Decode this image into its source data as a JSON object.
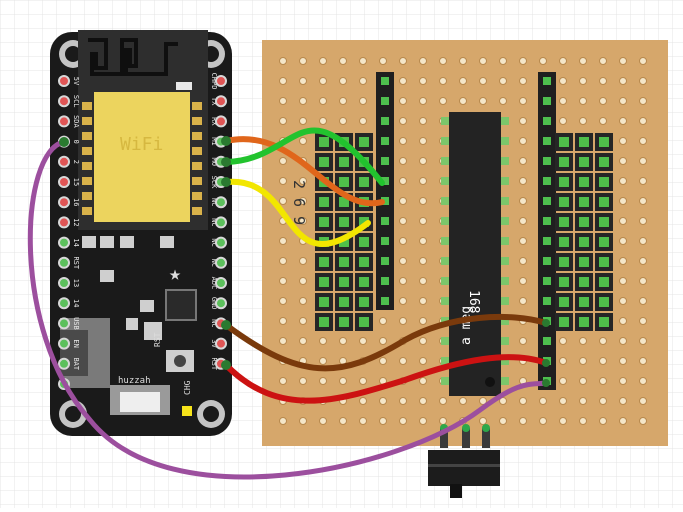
{
  "board": {
    "left_pins": [
      "5V",
      "SCL",
      "SDA",
      "0",
      "2",
      "15",
      "16",
      "12",
      "14",
      "RST"
    ],
    "left_pins_lower": [
      "13",
      "14",
      "USB",
      "EN",
      "BAT"
    ],
    "right_pins": [
      "CHPD",
      "TX",
      "RX",
      "MI",
      "MO",
      "SCK",
      "NC",
      "NC",
      "NC",
      "NC",
      "ADC",
      "GND",
      "NC",
      "3V",
      "RST"
    ],
    "rst_label": "RST",
    "chg_label": "CHG",
    "brand_label": "huzzah",
    "wifi_label": "WiFi"
  },
  "chip": {
    "label_top": "168",
    "label_bottom": "a meg"
  },
  "numbers_label": "2 6 9",
  "colors": {
    "green": "#22c32e",
    "orange": "#e0661b",
    "yellow": "#f2e600",
    "brown": "#7a3a0c",
    "red": "#cc1212",
    "purple": "#9c4f9e",
    "perfboard": "#d6a76b",
    "board": "#1a1a1a"
  }
}
